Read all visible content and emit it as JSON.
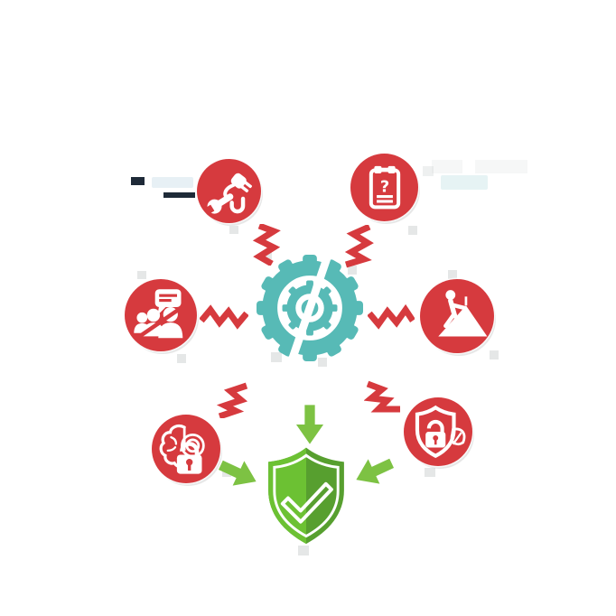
{
  "diagram": {
    "title": "risk-factors-to-protection-process-diagram",
    "center_node": {
      "id": "process-gear",
      "icon": "gear-split-icon",
      "color_ref": "teal"
    },
    "nodes": [
      {
        "id": "power-connection",
        "icon": "plug-wrench-icon",
        "position": "top-left",
        "color_ref": "red"
      },
      {
        "id": "checklist-question",
        "icon": "clipboard-question-icon",
        "position": "top-right",
        "color_ref": "red",
        "glyph": "?"
      },
      {
        "id": "people-communication",
        "icon": "people-chat-slash-icon",
        "position": "left",
        "color_ref": "red"
      },
      {
        "id": "mountain-climbing",
        "icon": "hiker-mountain-icon",
        "position": "right",
        "color_ref": "red"
      },
      {
        "id": "mind-security",
        "icon": "brain-lock-icon",
        "position": "bottom-left",
        "color_ref": "red"
      },
      {
        "id": "eco-security",
        "icon": "shield-lock-leaf-icon",
        "position": "bottom-right",
        "color_ref": "red"
      }
    ],
    "result_node": {
      "id": "protection-verified",
      "icon": "shield-check-icon",
      "color_ref": "green"
    },
    "connectors": {
      "red_zigzag_arrows": 6,
      "green_block_arrows": 3,
      "zigzag_links": [
        "plug-to-gear",
        "clipboard-to-gear",
        "people-to-gear",
        "hiker-to-gear",
        "brain-to-gear",
        "gear-to-eco-security"
      ],
      "green_links": [
        "top-to-shield",
        "left-to-shield",
        "right-to-shield"
      ]
    }
  },
  "colors": {
    "red": "#d63a3e",
    "teal": "#57bab6",
    "green": "#6cc133",
    "green-dark": "#579f2f",
    "green-arrow": "#7dc243",
    "navy": "#1e2a38",
    "white": "#ffffff"
  }
}
